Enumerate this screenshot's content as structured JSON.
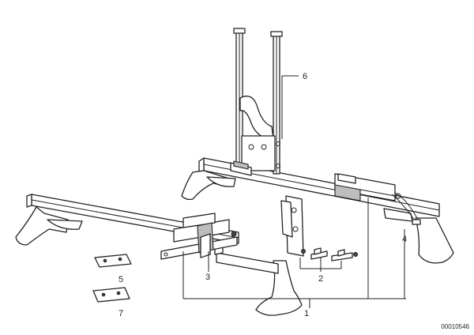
{
  "diagram": {
    "callouts": [
      {
        "id": "c1",
        "label": "1"
      },
      {
        "id": "c2",
        "label": "2"
      },
      {
        "id": "c3",
        "label": "3"
      },
      {
        "id": "c4",
        "label": "4"
      },
      {
        "id": "c5",
        "label": "5"
      },
      {
        "id": "c6",
        "label": "6"
      },
      {
        "id": "c7",
        "label": "7"
      }
    ],
    "drawing_number": "00010546"
  }
}
